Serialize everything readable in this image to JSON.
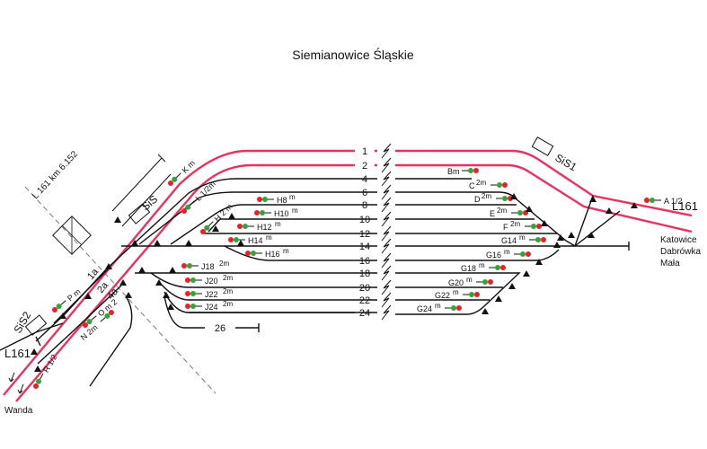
{
  "title": "Siemianowice Śląskie",
  "colors": {
    "main_track": "#e8325f",
    "track": "#111111",
    "signal_red": "#e8202a",
    "signal_green": "#2fa53a"
  },
  "main_tracks": [
    {
      "label": "1"
    },
    {
      "label": "2"
    }
  ],
  "station_tracks": [
    "4",
    "6",
    "8",
    "10",
    "12",
    "14",
    "16",
    "18",
    "20",
    "22",
    "24"
  ],
  "siding": "26",
  "approach_tracks": [
    "1a",
    "2a",
    "4a"
  ],
  "buildings": [
    "SiS",
    "SiS1",
    "SiS2"
  ],
  "line_labels": {
    "west": "L161",
    "east": "L161",
    "km": "L 161  km  6.152"
  },
  "destinations": {
    "west": "Wanda",
    "east": [
      "Katowice",
      "Dabrówka",
      "Mała"
    ]
  },
  "signals_west": {
    "K": "K m",
    "L": "L 1/2m",
    "H": "H 2 m",
    "P": "P m",
    "O": "O m 2",
    "N": "N 2m",
    "R": "R 1/2",
    "H8": "H8",
    "H10": "H10",
    "H12": "H12",
    "H14": "H14",
    "H16": "H16",
    "J18": "J18",
    "J20": "J20",
    "J22": "J22",
    "J24": "J24"
  },
  "signals_east": {
    "B": "Bm",
    "C": "C",
    "D": "D",
    "E": "E",
    "F": "F",
    "G14": "G14",
    "G16": "G16",
    "G18": "G18",
    "G20": "G20",
    "G22": "G22",
    "G24": "G24",
    "A": "A 1/2"
  },
  "suffix": {
    "m": "m",
    "2m": "2m"
  }
}
